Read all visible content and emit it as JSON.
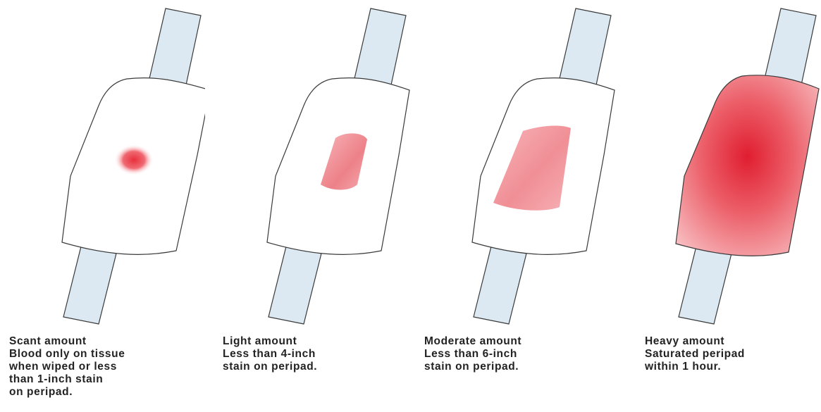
{
  "colors": {
    "tab_fill": "#dce9f2",
    "tab_stroke": "#3a3a3a",
    "pad_fill": "#ffffff",
    "stain_core": "#e8303c",
    "stain_light": "#f5a0a6",
    "caption_text": "#222222"
  },
  "panels": [
    {
      "id": "scant",
      "title": "Scant amount",
      "description_lines": [
        "Blood only on tissue",
        "when wiped or less",
        "than 1-inch stain",
        "on peripad."
      ]
    },
    {
      "id": "light",
      "title": "Light amount",
      "description_lines": [
        "Less than 4-inch",
        "stain on peripad."
      ]
    },
    {
      "id": "moderate",
      "title": "Moderate amount",
      "description_lines": [
        "Less than 6-inch",
        "stain on peripad."
      ]
    },
    {
      "id": "heavy",
      "title": "Heavy amount",
      "description_lines": [
        "Saturated peripad",
        "within 1 hour."
      ]
    }
  ]
}
